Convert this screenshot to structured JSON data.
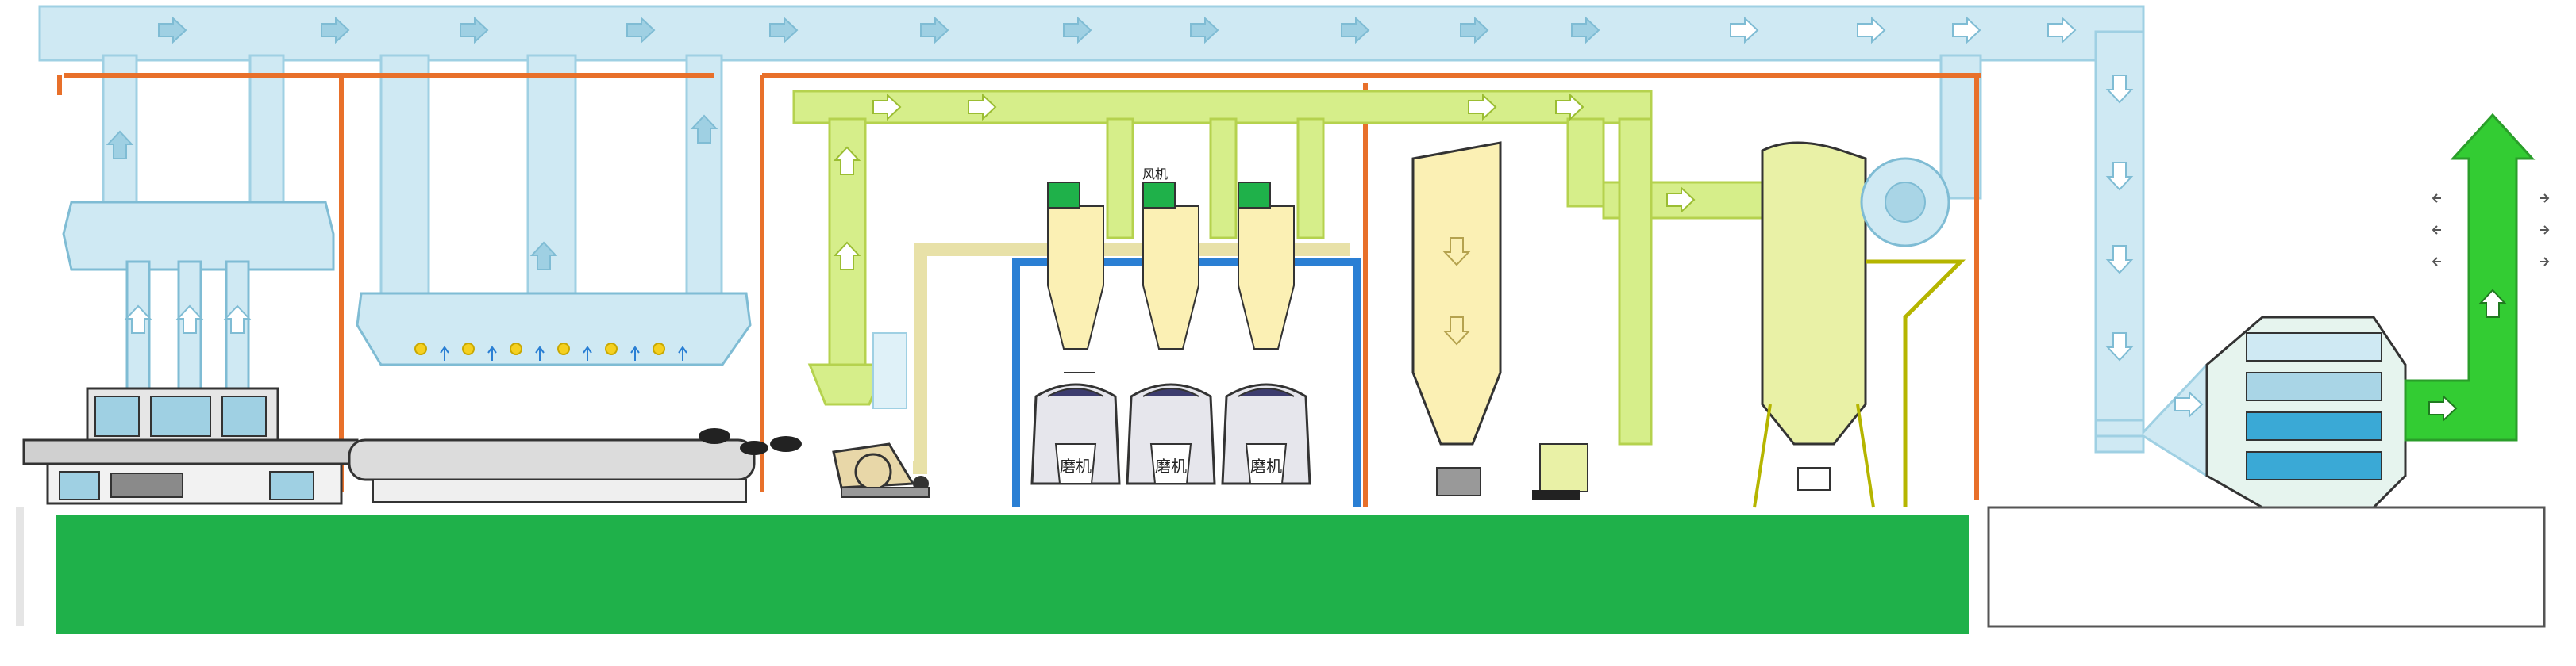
{
  "colors": {
    "air_duct": "#cfe9f3",
    "air_duct_stroke": "#9fd0e3",
    "process_duct": "#d6ee8a",
    "process_duct_stroke": "#b5d24e",
    "pipe_orange": "#e8702a",
    "frame_blue": "#2a7fd4",
    "ground_green": "#1fb14a",
    "exhaust_green": "#33cc33",
    "vessel_yellow": "#fbf0b4",
    "dust_collector": "#e9f1a6",
    "filter_blue": "#3aa9d6"
  },
  "labels": {
    "crusher_1": "磨机",
    "crusher_2": "磨机",
    "crusher_3": "磨机",
    "fan_tag": "风机"
  }
}
